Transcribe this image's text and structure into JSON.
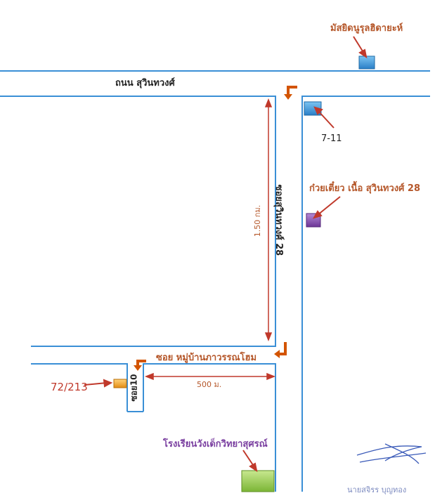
{
  "roads": {
    "main_road": "ถนน สุวินทวงศ์",
    "soi_28": "ซอยสุวินทวงศ์ 28",
    "soi_village": "ซอย หมู่บ้านภาวรรณโฮม",
    "soi_10": "ซอย10"
  },
  "distances": {
    "soi_28_length": "1.50 กม.",
    "soi_village_length": "500 ม."
  },
  "landmarks": {
    "mosque": "มัสยิดนูรุลฮิดายะห์",
    "seven_eleven": "7-11",
    "noodle_shop": "ก๋วยเตี๋ยว เนื้อ สุวินทวงศ์ 28",
    "house_number": "72/213",
    "school": "โรงเรียนวังเด็กวิทยาสุศรณ์"
  },
  "signature": {
    "name": "นายสจิรร บุญทอง"
  },
  "colors": {
    "road": "#3a8fd6",
    "arrow": "#c0392b",
    "turn_arrow": "#d35400",
    "mosque_marker": "#3a8fd6",
    "seven_eleven_marker": "#4aa3df",
    "noodle_marker": "#8e44ad",
    "house_marker": "#f39c12",
    "school_marker": "#8bc34a"
  }
}
